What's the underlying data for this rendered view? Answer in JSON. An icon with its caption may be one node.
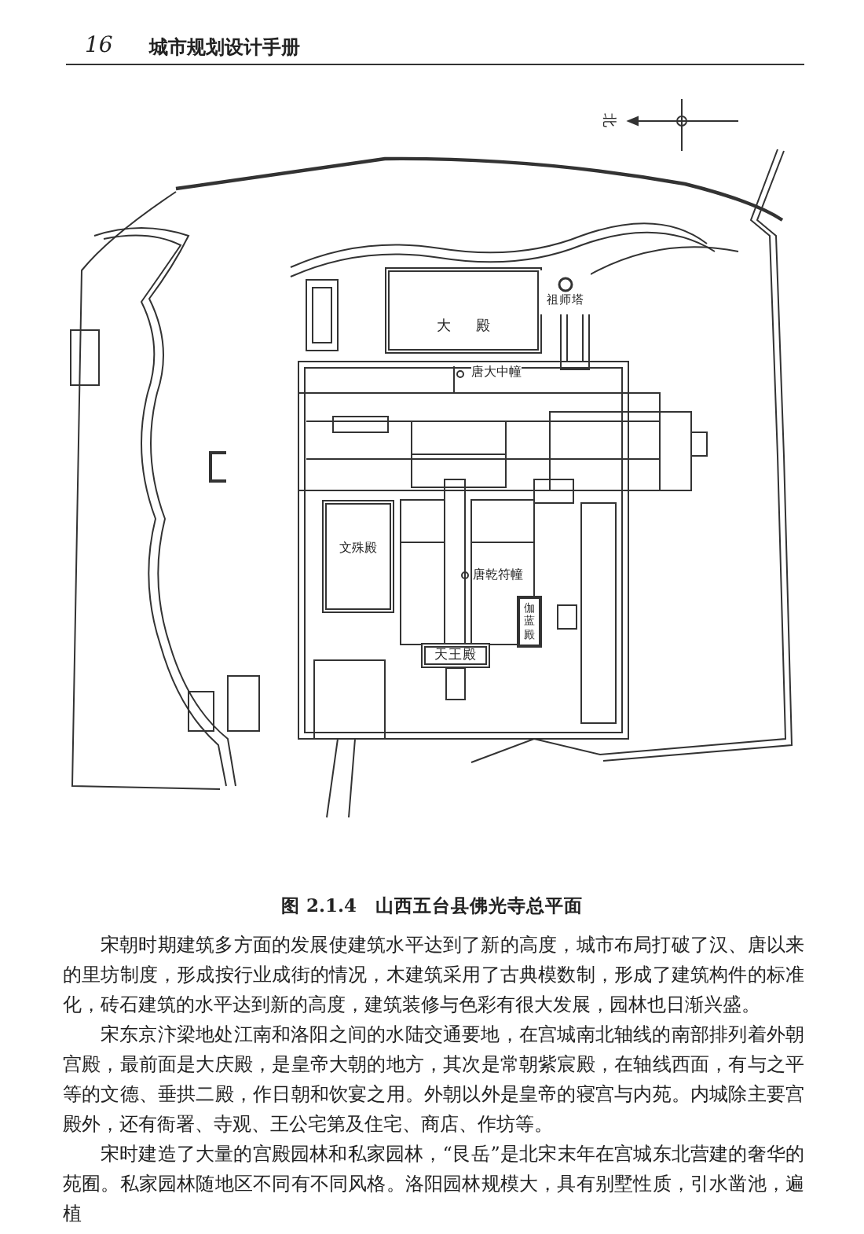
{
  "diagram": {
    "caption": "图 2.1.4　山西五台县佛光寺总平面",
    "nodes": [
      {
        "text": [
          "大殿"
        ]
      },
      {
        "text": [
          "祖师塔"
        ]
      },
      {
        "text": [
          "文殊殿"
        ]
      },
      {
        "text": [
          "伽蓝殿"
        ]
      },
      {
        "text": [
          "天王殿"
        ]
      }
    ],
    "labels": [
      "16",
      "城市规划设计手册",
      "北",
      "唐大中幢",
      "唐乾符幢",
      "宋朝时期建筑多方面的发展使建筑水平达到了新的高度，城市布局打破了汉、唐以来的里坊制度，形成按行业成街的情况，木建筑采用了古典模数制，形成了建筑构件的标准化，砖石建筑的水平达到新的高度，建筑装修与色彩有很大发展，园林也日渐兴盛。",
      "宋东京汴梁地处江南和洛阳之间的水陆交通要地，在宫城南北轴线的南部排列着外朝宫殿，最前面是大庆殿，是皇帝大朝的地方，其次是常朝紫宸殿，在轴线西面，有与之平等的文德、垂拱二殿，作日朝和饮宴之用。外朝以外是皇帝的寝宫与内苑。内城除主要宫殿外，还有衙署、寺观、王公宅第及住宅、商店、作坊等。",
      "宋时建造了大量的宫殿园林和私家园林，“艮岳”是北宋末年在宫城东北营建的奢华的苑囿。私家园林随地区不同有不同风格。洛阳园林规模大，具有别墅性质，引水凿池，遍植"
    ]
  }
}
